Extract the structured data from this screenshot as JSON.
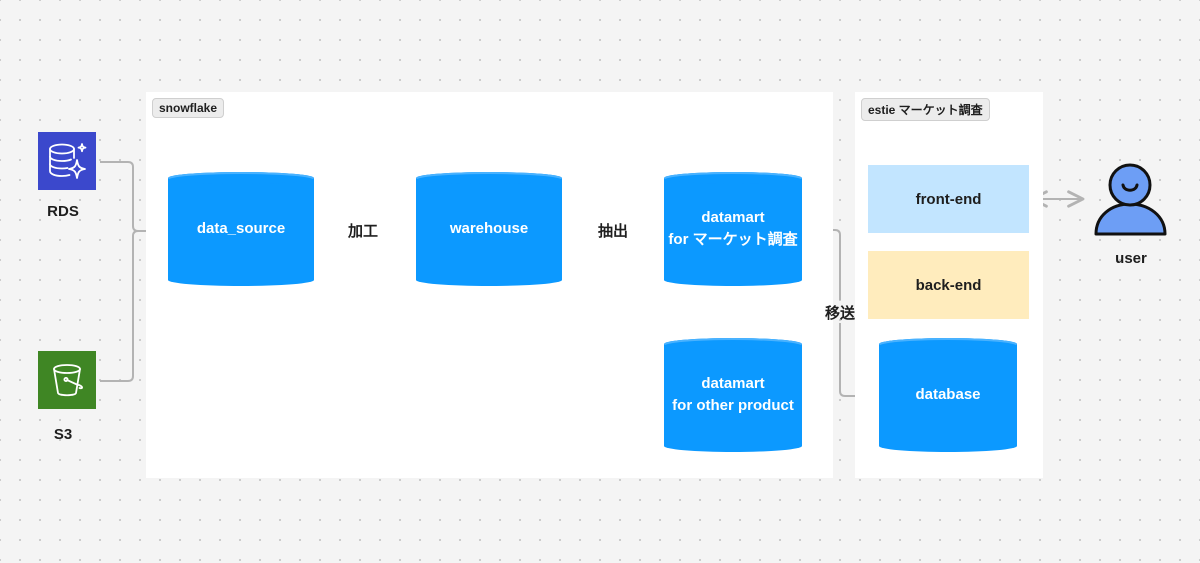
{
  "groups": {
    "snowflake": {
      "label": "snowflake"
    },
    "estie": {
      "label": "estie マーケット調査"
    }
  },
  "sources": {
    "rds": {
      "label": "RDS",
      "icon": "database-sparkle-icon",
      "color": "#3b48cc"
    },
    "s3": {
      "label": "S3",
      "icon": "bucket-icon",
      "color": "#3f8624"
    }
  },
  "nodes": {
    "data_source": {
      "label": "data_source"
    },
    "warehouse": {
      "label": "warehouse"
    },
    "datamart_market": {
      "line1": "datamart",
      "line2": "for マーケット調査"
    },
    "datamart_other": {
      "line1": "datamart",
      "line2": "for other product"
    },
    "front_end": {
      "label": "front-end",
      "color": "#c2e5ff"
    },
    "back_end": {
      "label": "back-end",
      "color": "#ffecbd"
    },
    "database": {
      "label": "database"
    },
    "user": {
      "label": "user",
      "icon": "user-icon",
      "color": "#6d9ef5"
    }
  },
  "edges": {
    "process": "加工",
    "extract": "抽出",
    "transfer": "移送"
  },
  "colors": {
    "cylinder": "#0c99ff",
    "connector": "#b3b3b3"
  }
}
